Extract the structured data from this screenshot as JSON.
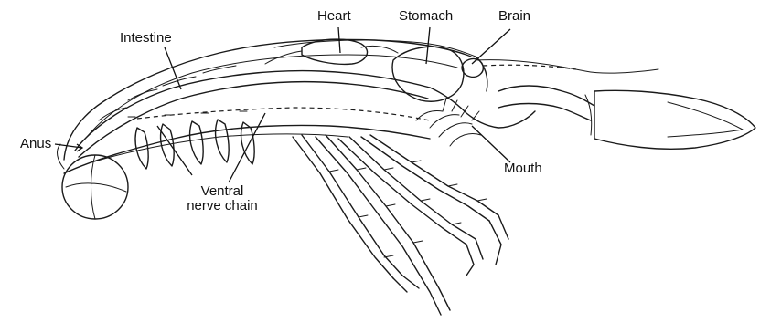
{
  "diagram": {
    "labels": {
      "heart": "Heart",
      "stomach": "Stomach",
      "brain": "Brain",
      "intestine": "Intestine",
      "anus": "Anus",
      "mouth": "Mouth",
      "ventral_line1": "Ventral",
      "ventral_line2": "nerve chain"
    }
  }
}
